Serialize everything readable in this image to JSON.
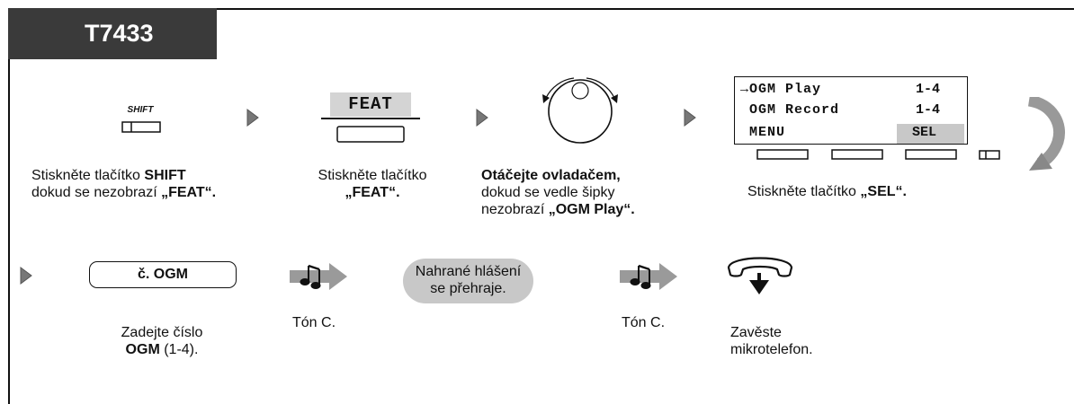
{
  "model": {
    "label": "T7433"
  },
  "steps": {
    "shift": {
      "key_label": "SHIFT",
      "caption_pre": "Stiskněte tlačítko ",
      "caption_bold1": "SHIFT",
      "caption_mid": "dokud se nezobrazí ",
      "caption_bold2": "„FEAT“."
    },
    "feat": {
      "key_label": "FEAT",
      "caption_line1": "Stiskněte tlačítko",
      "caption_bold": "„FEAT“."
    },
    "dial": {
      "caption_bold1": "Otáčejte ovladačem,",
      "caption_line2": "dokud se vedle šipky",
      "caption_pre3": "nezobrazí ",
      "caption_bold3": "„OGM Play“."
    },
    "lcd": {
      "row1_label": "→OGM Play",
      "row1_value": "1-4",
      "row2_label": " OGM Record",
      "row2_value": "1-4",
      "row3_left": " MENU",
      "row3_right": "SEL",
      "caption_pre": "Stiskněte tlačítko ",
      "caption_bold": "„SEL“."
    },
    "ogm": {
      "field_label": "č. OGM",
      "caption_line1": "Zadejte číslo",
      "caption_bold": "OGM",
      "caption_rest": " (1-4)."
    },
    "tone1": {
      "caption": "Tón C."
    },
    "message": {
      "line1": "Nahrané hlášení",
      "line2": "se přehraje."
    },
    "tone2": {
      "caption": "Tón C."
    },
    "hangup": {
      "caption_line1": "Zavěste",
      "caption_line2": "mikrotelefon."
    }
  },
  "icons": {
    "step_arrow": "step-arrow-icon",
    "dial": "dial-knob-icon",
    "tone": "tone-note-icon",
    "hangup": "handset-hangup-icon",
    "continue": "continue-curve-arrow-icon"
  },
  "colors": {
    "tab_bg": "#3a3a3a",
    "highlight": "#c8c8c8",
    "ink": "#111111"
  }
}
